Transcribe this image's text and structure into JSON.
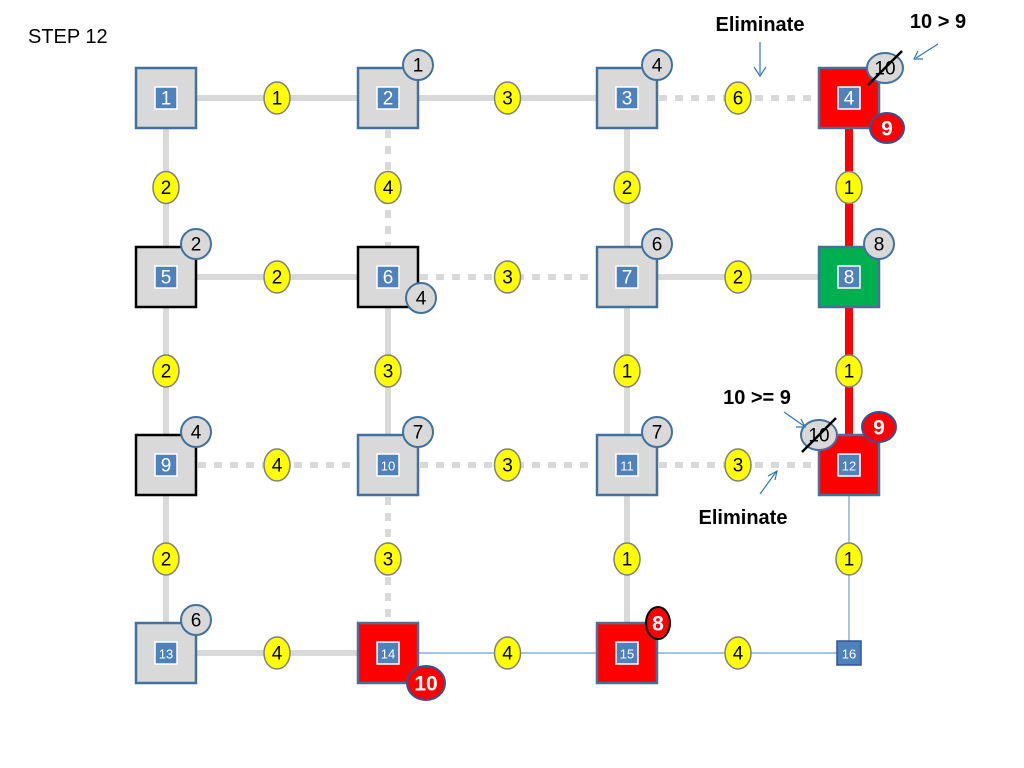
{
  "title": "STEP 12",
  "nodes": [
    {
      "id": "1",
      "state": "visited"
    },
    {
      "id": "2",
      "state": "visited",
      "dist": "1"
    },
    {
      "id": "3",
      "state": "visited",
      "dist": "4"
    },
    {
      "id": "4",
      "state": "path",
      "dist": "9",
      "old_dist": "10"
    },
    {
      "id": "5",
      "state": "settled",
      "dist": "2"
    },
    {
      "id": "6",
      "state": "settled",
      "dist": "4"
    },
    {
      "id": "7",
      "state": "visited",
      "dist": "6"
    },
    {
      "id": "8",
      "state": "current",
      "dist": "8"
    },
    {
      "id": "9",
      "state": "settled",
      "dist": "4"
    },
    {
      "id": "10",
      "state": "visited",
      "dist": "7"
    },
    {
      "id": "11",
      "state": "visited",
      "dist": "7"
    },
    {
      "id": "12",
      "state": "path",
      "dist": "9",
      "old_dist": "10"
    },
    {
      "id": "13",
      "state": "visited",
      "dist": "6"
    },
    {
      "id": "14",
      "state": "path",
      "dist": "10"
    },
    {
      "id": "15",
      "state": "path",
      "dist": "8"
    },
    {
      "id": "16",
      "state": "unvisited"
    }
  ],
  "edges": [
    {
      "from": "1",
      "to": "2",
      "weight": "1",
      "style": "solid"
    },
    {
      "from": "2",
      "to": "3",
      "weight": "3",
      "style": "solid"
    },
    {
      "from": "3",
      "to": "4",
      "weight": "6",
      "style": "dashed"
    },
    {
      "from": "5",
      "to": "6",
      "weight": "2",
      "style": "solid"
    },
    {
      "from": "6",
      "to": "7",
      "weight": "3",
      "style": "dashed"
    },
    {
      "from": "7",
      "to": "8",
      "weight": "2",
      "style": "solid"
    },
    {
      "from": "9",
      "to": "10",
      "weight": "4",
      "style": "dashed"
    },
    {
      "from": "10",
      "to": "11",
      "weight": "3",
      "style": "dashed"
    },
    {
      "from": "11",
      "to": "12",
      "weight": "3",
      "style": "dashed"
    },
    {
      "from": "13",
      "to": "14",
      "weight": "4",
      "style": "solid"
    },
    {
      "from": "14",
      "to": "15",
      "weight": "4",
      "style": "thin"
    },
    {
      "from": "15",
      "to": "16",
      "weight": "4",
      "style": "thin"
    },
    {
      "from": "1",
      "to": "5",
      "weight": "2",
      "style": "solid"
    },
    {
      "from": "5",
      "to": "9",
      "weight": "2",
      "style": "solid"
    },
    {
      "from": "9",
      "to": "13",
      "weight": "2",
      "style": "solid"
    },
    {
      "from": "2",
      "to": "6",
      "weight": "4",
      "style": "dashed"
    },
    {
      "from": "6",
      "to": "10",
      "weight": "3",
      "style": "solid"
    },
    {
      "from": "10",
      "to": "14",
      "weight": "3",
      "style": "dashed"
    },
    {
      "from": "3",
      "to": "7",
      "weight": "2",
      "style": "solid"
    },
    {
      "from": "7",
      "to": "11",
      "weight": "1",
      "style": "solid"
    },
    {
      "from": "11",
      "to": "15",
      "weight": "1",
      "style": "solid"
    },
    {
      "from": "4",
      "to": "8",
      "weight": "1",
      "style": "path"
    },
    {
      "from": "8",
      "to": "12",
      "weight": "1",
      "style": "path"
    },
    {
      "from": "12",
      "to": "16",
      "weight": "1",
      "style": "thin"
    }
  ],
  "annotations": {
    "eliminate_top": "Eliminate",
    "compare_top": "10 > 9",
    "compare_mid": "10 >= 9",
    "eliminate_mid": "Eliminate"
  },
  "colors": {
    "visited_fill": "#d9d9d9",
    "visited_border": "#41719c",
    "settled_border": "#000000",
    "path_fill": "#ff0000",
    "current_fill": "#00b050",
    "inner_fill": "#4f81bd",
    "edge": "#d9d9d9",
    "path_edge": "#ff0000",
    "thin_edge": "#6f9fd8",
    "weight_fill": "#ffff00",
    "arrow": "#2e75b6"
  }
}
